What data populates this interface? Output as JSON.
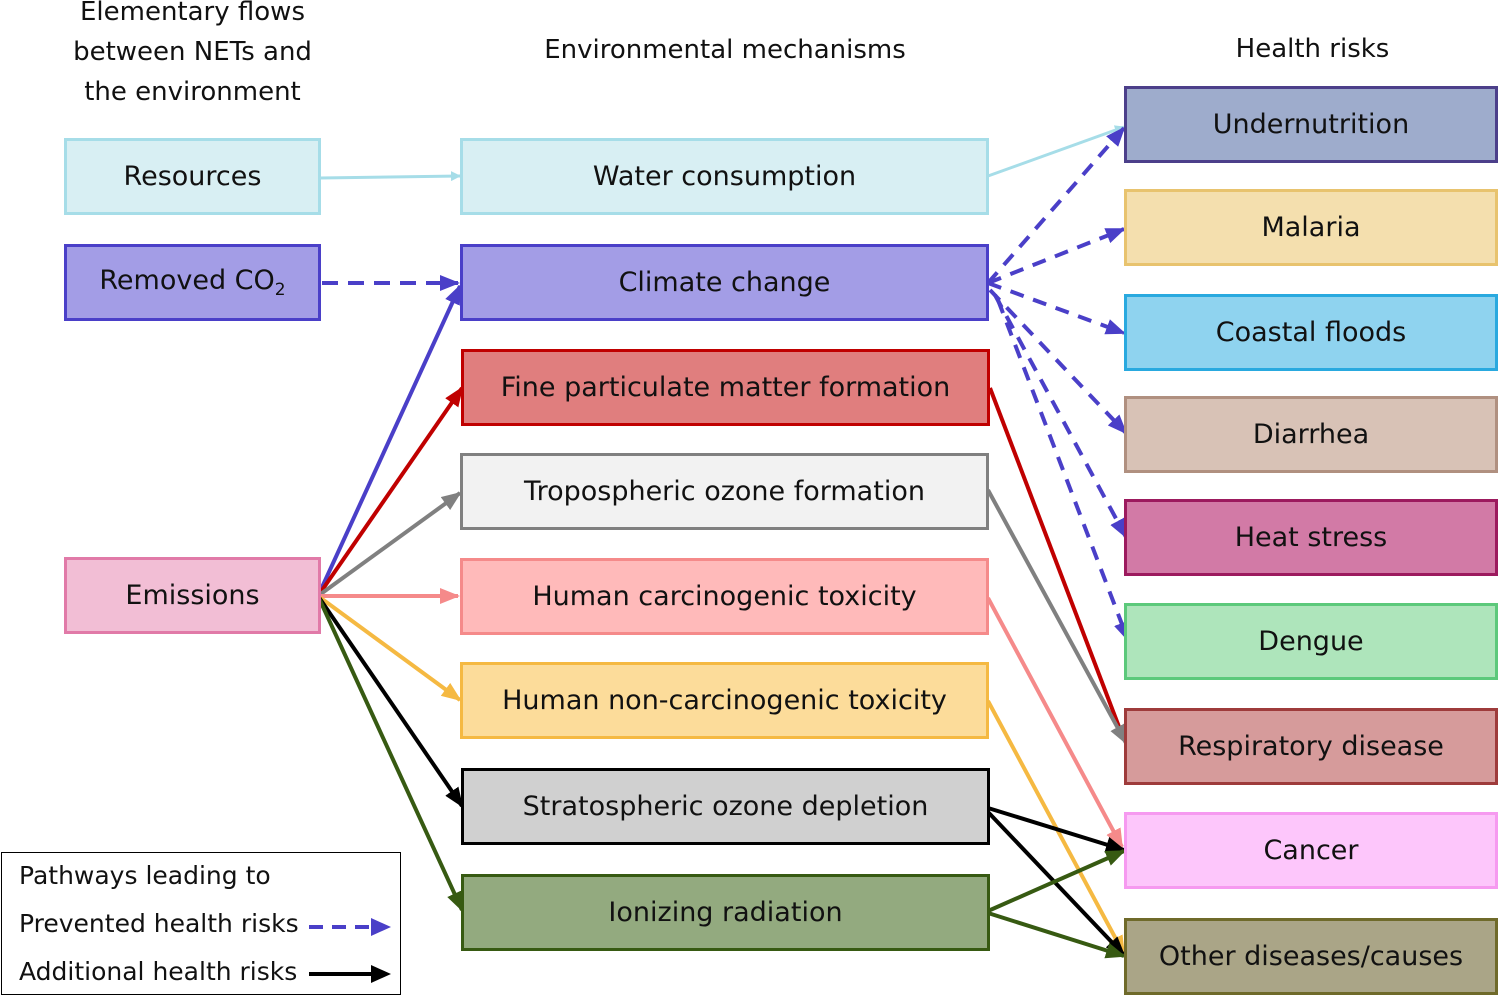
{
  "headers": {
    "flows": [
      "Elementary flows",
      "between NETs and",
      "the environment"
    ],
    "mechanisms": "Environmental mechanisms",
    "health": "Health risks"
  },
  "flows": {
    "resources": "Resources",
    "removed_co2_main": "Removed CO",
    "removed_co2_sub": "2",
    "emissions": "Emissions"
  },
  "mechanisms": {
    "water": "Water consumption",
    "climate": "Climate change",
    "pm": "Fine particulate matter formation",
    "ozone_trop": "Tropospheric ozone formation",
    "carc": "Human carcinogenic toxicity",
    "noncarc": "Human non-carcinogenic toxicity",
    "ozone_strat": "Stratospheric ozone depletion",
    "ionizing": "Ionizing radiation"
  },
  "risks": {
    "undernutrition": "Undernutrition",
    "malaria": "Malaria",
    "floods": "Coastal floods",
    "diarrhea": "Diarrhea",
    "heat": "Heat stress",
    "dengue": "Dengue",
    "respiratory": "Respiratory disease",
    "cancer": "Cancer",
    "other": "Other diseases/causes"
  },
  "legend": {
    "title": "Pathways leading to",
    "prevented": "Prevented health risks",
    "additional": "Additional health risks"
  },
  "colors": {
    "water": "#a6dde8",
    "co2": "#4a3fc8",
    "pm": "#c00000",
    "ozone_trop": "#808080",
    "carc": "#f58a8a",
    "noncarc": "#f5b942",
    "ozone_strat": "#000000",
    "ionizing": "#375a12"
  }
}
